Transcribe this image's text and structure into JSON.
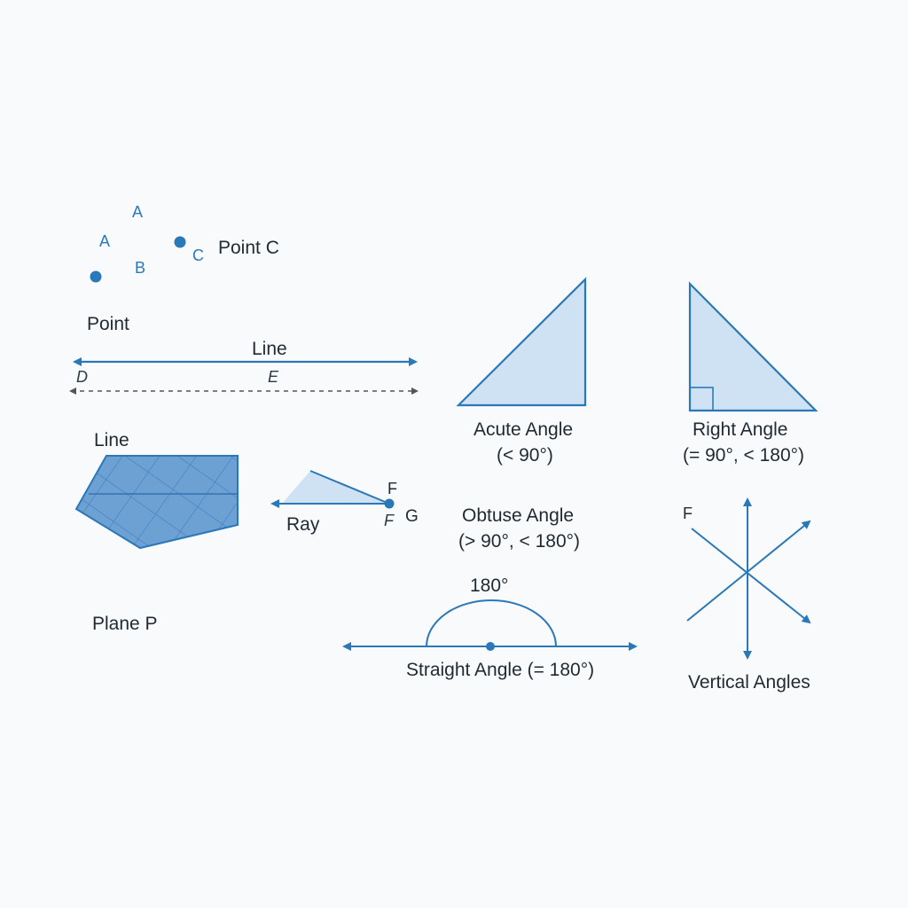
{
  "colors": {
    "stroke": "#2a78b8",
    "fill_light": "#cfe2f3",
    "fill_plane": "#6da1d4",
    "text": "#1f2a33",
    "background": "#f9fafb"
  },
  "points": {
    "labels": [
      "A",
      "A",
      "B",
      "C"
    ],
    "caption_c": "Point C",
    "caption": "Point"
  },
  "line": {
    "title": "Line",
    "label_d": "D",
    "label_e": "E"
  },
  "plane": {
    "top_caption": "Line",
    "caption": "Plane P"
  },
  "ray": {
    "caption": "Ray",
    "label_f_top": "F",
    "label_f_bottom": "F",
    "label_g": "G"
  },
  "acute": {
    "title": "Acute Angle",
    "measure": "(< 90°)"
  },
  "right": {
    "title": "Right Angle",
    "measure": "(= 90°, < 180°)"
  },
  "obtuse": {
    "title": "Obtuse Angle",
    "measure": "(> 90°, < 180°)"
  },
  "straight": {
    "degree": "180°",
    "caption": "Straight Angle (= 180°)"
  },
  "vertical": {
    "label_f": "F",
    "caption": "Vertical Angles"
  }
}
